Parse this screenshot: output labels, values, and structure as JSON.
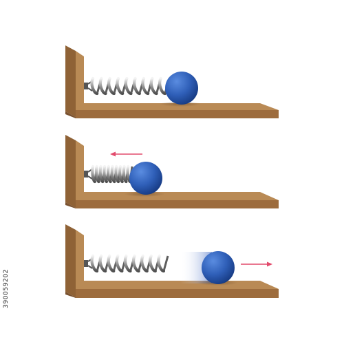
{
  "watermark": {
    "stock_id": "390059202"
  },
  "colors": {
    "wood_light": "#b98a55",
    "wood_dark": "#8f6236",
    "spring_light": "#e8e8e8",
    "spring_dark": "#6b6b6b",
    "ball": "#2f5fb8",
    "ball_dark": "#1a3f8a",
    "arrow": "#e24a6c"
  },
  "panels": [
    {
      "state": "rest",
      "spring": "relaxed",
      "arrow": "none"
    },
    {
      "state": "compressed",
      "spring": "compressed",
      "arrow": "left"
    },
    {
      "state": "released",
      "spring": "relaxed",
      "arrow": "right"
    }
  ]
}
